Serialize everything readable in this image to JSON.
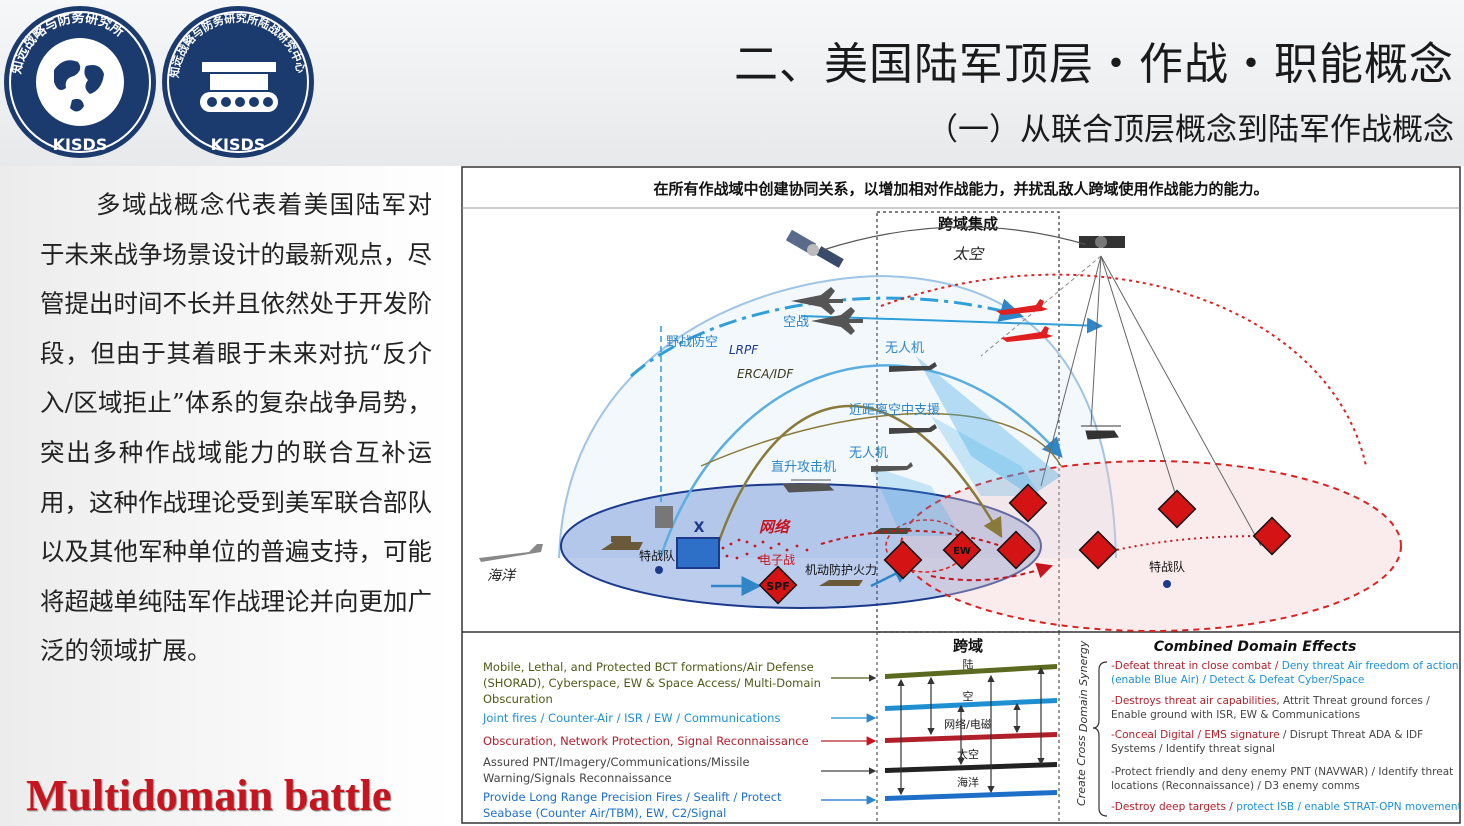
{
  "header": {
    "logo1": {
      "ring_text": "知远战略与防务研究所",
      "bottom_text": "KISDS",
      "icon": "globe-icon"
    },
    "logo2": {
      "ring_text": "知远战略与防务研究所陆战研究中心",
      "bottom_text": "KISDS",
      "icon": "tank-icon"
    },
    "title": "二、美国陆军顶层・作战・职能概念",
    "subtitle": "（一）从联合顶层概念到陆军作战概念"
  },
  "left": {
    "paragraph": "多域战概念代表着美国陆军对于未来战争场景设计的最新观点，尽管提出时间不长并且依然处于开发阶段，但由于其着眼于未来对抗“反介入/区域拒止”体系的复杂战争局势，突出多种作战域能力的联合互补运用，这种作战理论受到美军联合部队以及其他军种单位的普遍支持，可能将超越单纯陆军作战理论并向更加广泛的领域扩展。",
    "caption": "Multidomain battle"
  },
  "figure": {
    "top_title": "在所有作战域中创建协同关系，以增加相对作战能力，并扰乱敌人跨域使用作战能力的能力。",
    "cross_domain_label": "跨域集成",
    "space_label": "太空",
    "labels": {
      "air_combat": "空战",
      "field_air_defense": "野战防空",
      "lrpf": "LRPF",
      "erca": "ERCA/IDF",
      "uav1": "无人机",
      "cas": "近距离空中支援",
      "uav2": "无人机",
      "attack_heli": "直升攻击机",
      "network": "网络",
      "special_forces": "特战队",
      "ew": "电子战",
      "protected_fires": "机动防护火力",
      "ocean": "海洋",
      "enemy_special_forces": "特战队",
      "x_mark": "X"
    },
    "symbols": {
      "spf": "SPF",
      "ew": "EW"
    },
    "capabilities": [
      {
        "line1": "Mobile, Lethal, and Protected BCT formations/Air Defense",
        "line2": "(SHORAD), Cyberspace, EW & Space Access/ Multi-Domain",
        "line3": "Obscuration",
        "color": "#4f5a18"
      },
      {
        "line1": "Joint fires / Counter-Air / ISR / EW / Communications",
        "line2": "",
        "line3": "",
        "color": "#1e90d2"
      },
      {
        "line1": "Obscuration, Network Protection, Signal Reconnaissance",
        "line2": "",
        "line3": "",
        "color": "#b0202a"
      },
      {
        "line1": "Assured PNT/Imagery/Communications/Missile",
        "line2": "Warning/Signals Reconnaissance",
        "line3": "",
        "color": "#444444"
      },
      {
        "line1": "Provide Long Range Precision Fires / Sealift / Protect",
        "line2": "Seabase (Counter Air/TBM), EW, C2/Signal",
        "line3": "",
        "color": "#1e6fc8"
      }
    ],
    "center_title": "跨域",
    "layers": [
      "陆",
      "空",
      "网络/电磁",
      "太空",
      "海洋"
    ],
    "synergy_label": "Domain Synergy",
    "create_cross_label": "Create Cross",
    "effects_title": "Combined Domain Effects",
    "effects": [
      {
        "a": "-Defeat threat in close combat / ",
        "b": "Deny threat Air freedom of action",
        "c": "(enable Blue Air) / Detect & Defeat Cyber/Space"
      },
      {
        "a": "-Destroys threat air capabilities",
        "b": ", Attrit Threat ground forces /",
        "c": "Enable ground with ISR, EW & Communications"
      },
      {
        "a": "-Conceal Digital / EMS signature",
        "b": " / Disrupt Threat ADA & IDF",
        "c": "Systems / Identify threat signal"
      },
      {
        "a": "-Protect friendly and deny enemy PNT (NAVWAR)",
        "b": " / Identify threat",
        "c": "locations (Reconnaissance) / D3 enemy comms"
      },
      {
        "a": "-Destroy deep targets / ",
        "b": "protect ISB / enable STRAT-OPN movement",
        "c": ""
      }
    ]
  }
}
